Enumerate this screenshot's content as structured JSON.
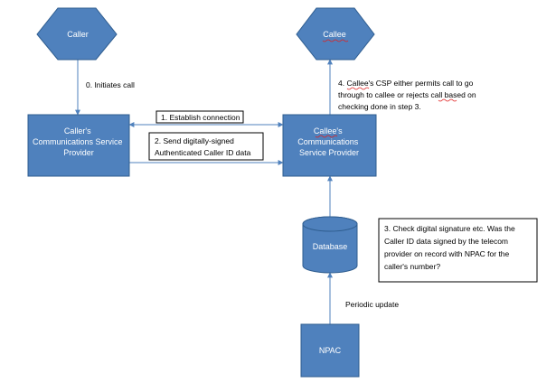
{
  "nodes": {
    "caller": "Caller",
    "callee": "Callee",
    "caller_csp": [
      "Caller's",
      "Communications Service",
      "Provider"
    ],
    "callee_csp": [
      "Callee's",
      "Communications",
      "Service Provider"
    ],
    "database": "Database",
    "npac": "NPAC"
  },
  "labels": {
    "initiates_call": "0. Initiates call",
    "establish_connection": "1. Establish connection",
    "send_signed": [
      "2. Send digitally-signed",
      "Authenticated Caller ID data"
    ],
    "check_signature": [
      "3. Check digital signature etc. Was the",
      "Caller ID data signed by the telecom",
      "provider on record with NPAC for the",
      "caller's number?"
    ],
    "callee_csp_decision": [
      "4. Callee's CSP either permits call to go",
      "through to callee or rejects call based on",
      "checking done in  step 3."
    ],
    "periodic_update": "Periodic update"
  },
  "colors": {
    "shape_fill": "#4f81bd",
    "shape_stroke": "#2f5d8f",
    "connector": "#4f81bd",
    "spellcheck_underline": "#e02020"
  }
}
